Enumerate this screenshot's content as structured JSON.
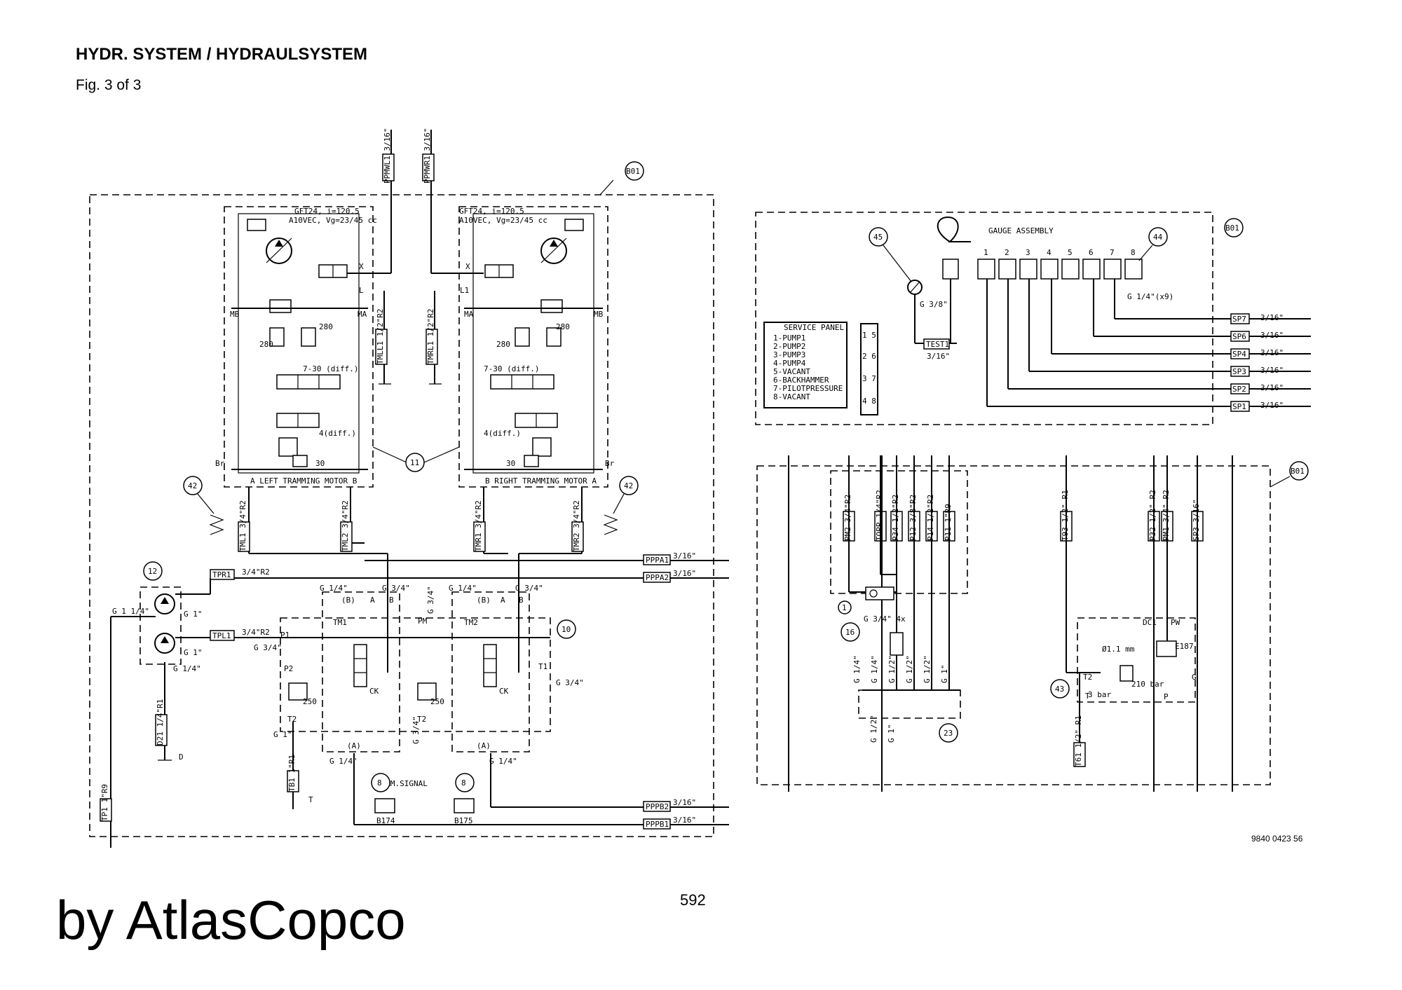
{
  "header": {
    "title": "HYDR. SYSTEM / HYDRAULSYSTEM",
    "figure": "Fig. 3 of 3"
  },
  "footer": {
    "page_number": "592",
    "brand": "by AtlasCopco",
    "drawing_number": "9840 0423 56"
  },
  "callouts": {
    "b01": "B01",
    "c42": "42",
    "c11": "11",
    "c12": "12",
    "c10": "10",
    "c8": "8",
    "c45": "45",
    "c44": "44",
    "c16": "16",
    "c1": "1",
    "c23": "23",
    "c43": "43"
  },
  "motors": {
    "left": {
      "spec1": "GFT24, i=120.5",
      "spec2": "A10VEC, Vg=23/45 cc",
      "name": "A   LEFT TRAMMING MOTOR   B",
      "v280a": "280",
      "v280b": "280",
      "diff7": "7-30 (diff.)",
      "diff4": "4(diff.)",
      "v30": "30"
    },
    "right": {
      "spec1": "GFT24, i=120.5",
      "spec2": "A10VEC, Vg=23/45 cc",
      "name": "B   RIGHT TRAMMING MOTOR   A",
      "v280a": "280",
      "v280b": "280",
      "diff7": "7-30 (diff.)",
      "diff4": "4(diff.)",
      "v30": "30"
    }
  },
  "ports": {
    "mb": "MB",
    "ma": "MA",
    "x": "X",
    "l": "L",
    "l1": "L1",
    "br": "Br",
    "a": "A",
    "b": "B",
    "p1": "P1",
    "p2": "P2",
    "t1": "T1",
    "t2": "T2",
    "pm": "PM",
    "ck": "CK",
    "tm1": "TM1",
    "tm2": "TM2",
    "bopen": "(B)",
    "aopen": "(A)",
    "d": "D",
    "t": "T",
    "v250": "250",
    "dc1": "DC1",
    "pw": "PW",
    "p": "P",
    "g": "G",
    "orifice": "Ø1.1 mm",
    "bar210": "210 bar",
    "bar3": "3 bar",
    "e187": "E187"
  },
  "hoses": {
    "ppmwl1": "PPMWL1 3/16\"",
    "ppmwr1": "PPMWR1 3/16\"",
    "tmll1": "TMLL1  1/2\"R2",
    "tmrl1": "TMRL1  1/2\"R2",
    "tml1": "TML1  3/4\"R2",
    "tml2": "TML2  3/4\"R2",
    "tmr1": "TMR1  3/4\"R2",
    "tmr2": "TMR2  3/4\"R2",
    "pppa1": "PPPA1",
    "pppa2": "PPPA2",
    "pppb1": "PPPB1",
    "pppb2": "PPPB2",
    "size316": "3/16\"",
    "tpr1": "TPR1",
    "tpl1": "TPL1",
    "r2_34": "3/4\"R2",
    "d21": "D21  1/4\"R1",
    "tb1": "TB1  1\"R1",
    "tp1": "TP1  1\"R9",
    "g114": "G 1 1/4\"",
    "g1": "G 1\"",
    "g14": "G 1/4\"",
    "g34": "G 3/4\"",
    "tram": "TRAM.SIGNAL",
    "b174": "B174",
    "b175": "B175"
  },
  "gauge": {
    "title": "GAUGE ASSEMBLY",
    "nums": [
      "1",
      "2",
      "3",
      "4",
      "5",
      "6",
      "7",
      "8"
    ],
    "g38": "G 3/8\"",
    "test": "TEST1",
    "test_size": "3/16\"",
    "g14x9": "G 1/4\"(x9)",
    "sp": [
      "SP7",
      "SP6",
      "SP4",
      "SP3",
      "SP2",
      "SP1"
    ],
    "sp_size": "3/16\"",
    "panel_title": "SERVICE PANEL",
    "panel_items": [
      "1-PUMP1",
      "2-PUMP2",
      "3-PUMP3",
      "4-PUMP4",
      "5-VACANT",
      "6-BACKHAMMER",
      "7-PILOTPRESSURE",
      "8-VACANT"
    ],
    "strip": [
      "1 5",
      "2 6",
      "3 7",
      "4 8"
    ]
  },
  "lower_right": {
    "hoses": [
      "PM2  3/4\"R2",
      "TOPP  1/4\"R2",
      "P34  1/2\"R2",
      "P12  3/8\"R2",
      "P14  1/2\"R2",
      "P11  1\"R9",
      "T93  1/2\" R1",
      "P32  1/2\" R2",
      "PM1  3/4\" R2",
      "SP3  3/16\""
    ],
    "g34x4": "G 3/4\" 4x",
    "fittings": [
      "G 1/4\"",
      "G 1/4\"",
      "G 1/2\"",
      "G 1/2\"",
      "G 1/2\"",
      "G 1\""
    ],
    "fit_lower": [
      "G 1/2\"",
      "G 1\""
    ],
    "t61": "T61  1/2\" R1",
    "t2": "T2",
    "t": "T"
  }
}
